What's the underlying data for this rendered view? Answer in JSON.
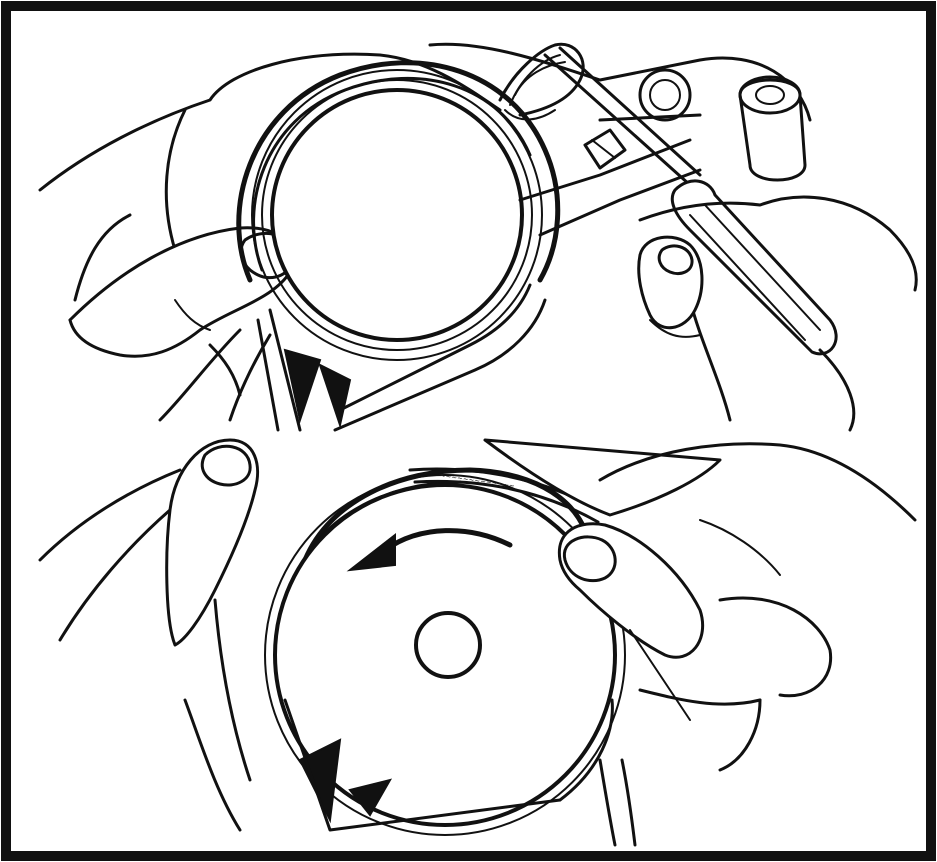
{
  "figure": {
    "panels": [
      {
        "id": "top",
        "subject": "screwdriver-removing-reel-screw"
      },
      {
        "id": "bottom",
        "subject": "winding-tape-onto-reel"
      }
    ],
    "frame_color": "#111111",
    "background_color": "#ffffff",
    "arrow_direction": "counterclockwise"
  }
}
